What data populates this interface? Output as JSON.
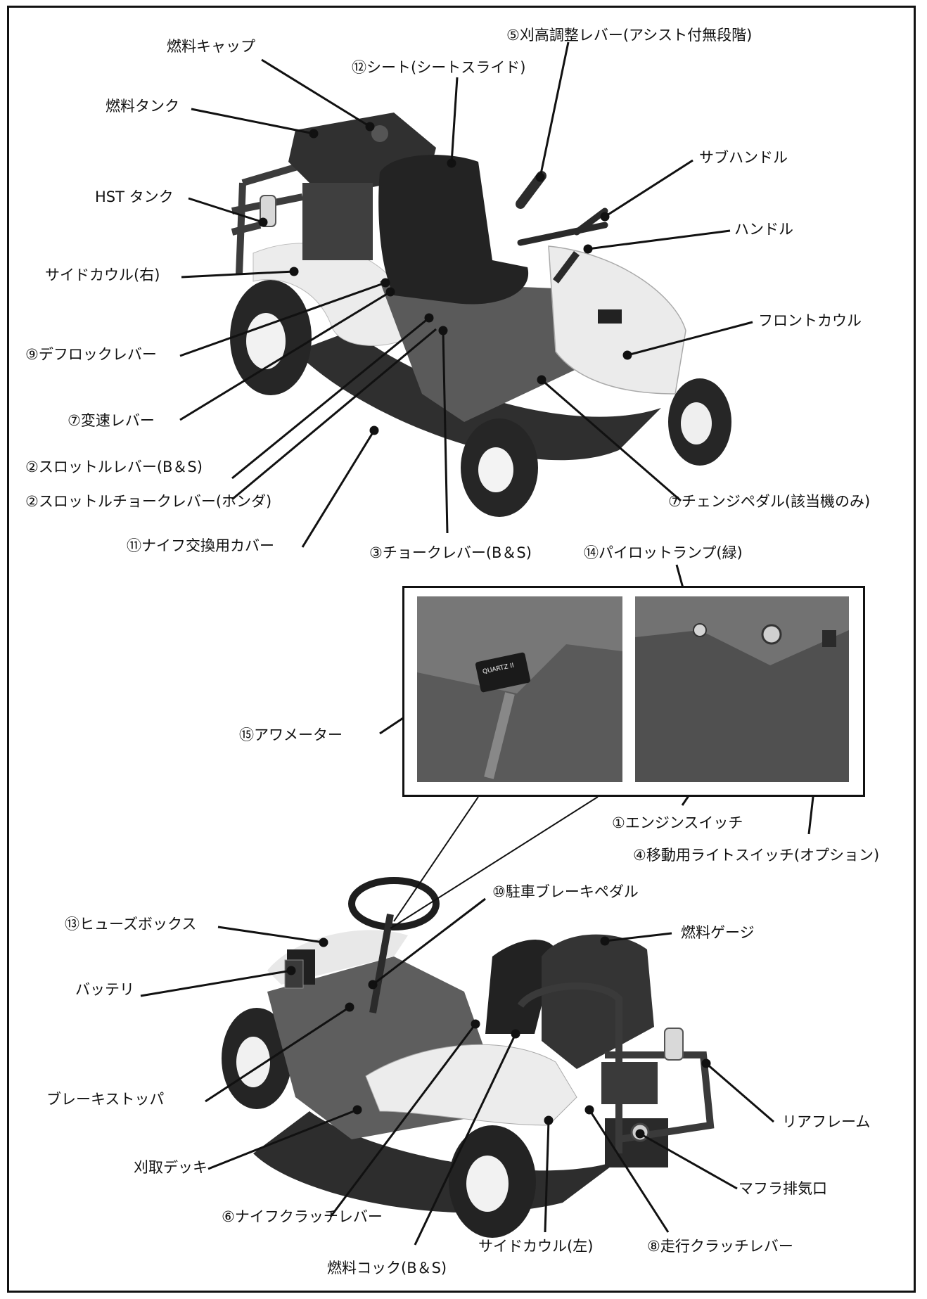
{
  "colors": {
    "ink": "#111111",
    "body_dark": "#3a3a3a",
    "body_mid": "#6e6e6e",
    "cowl": "#e9e9e9",
    "photo": "#5a5a5a"
  },
  "labels": {
    "fuel_cap": "燃料キャップ",
    "seat": "⑫シート(シートスライド)",
    "height_lever": "⑤刈高調整レバー(アシスト付無段階)",
    "fuel_tank": "燃料タンク",
    "sub_handle": "サブハンドル",
    "hst_tank": "HST タンク",
    "handle": "ハンドル",
    "side_cowl_right": "サイドカウル(右)",
    "front_cowl": "フロントカウル",
    "diff_lock": "⑨デフロックレバー",
    "shift_lever": "⑦変速レバー",
    "throttle_bs": "②スロットルレバー(B＆S)",
    "throttle_honda": "②スロットルチョークレバー(ホンダ)",
    "change_pedal": "⑦チェンジペダル(該当機のみ)",
    "knife_cover": "⑪ナイフ交換用カバー",
    "choke_bs": "③チョークレバー(B＆S)",
    "pilot_lamp": "⑭パイロットランプ(緑)",
    "hour_meter": "⑮アワメーター",
    "engine_switch": "①エンジンスイッチ",
    "light_switch": "④移動用ライトスイッチ(オプション)",
    "parking_brake": "⑩駐車ブレーキペダル",
    "fuse_box": "⑬ヒューズボックス",
    "fuel_gauge": "燃料ゲージ",
    "battery": "バッテリ",
    "brake_stopper": "ブレーキストッパ",
    "rear_frame": "リアフレーム",
    "mowing_deck": "刈取デッキ",
    "muffler": "マフラ排気口",
    "knife_clutch": "⑥ナイフクラッチレバー",
    "side_cowl_left": "サイドカウル(左)",
    "travel_clutch": "⑧走行クラッチレバー",
    "fuel_cock": "燃料コック(B＆S)",
    "meter_brand": "QUARTZ II"
  }
}
